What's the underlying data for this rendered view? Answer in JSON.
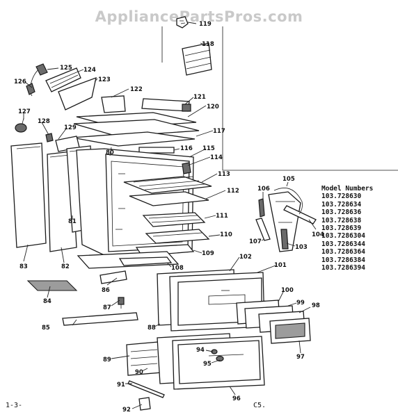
{
  "watermark": "AppliancePartsPros.com",
  "model_numbers": {
    "heading": "Model Numbers",
    "items": [
      "103.728630",
      "103.728634",
      "103.728636",
      "103.728638",
      "103.728639",
      "103.7286304",
      "103.7286344",
      "103.7286364",
      "103.7286384",
      "103.7286394"
    ]
  },
  "part_labels": [
    "119",
    "118",
    "125",
    "124",
    "123",
    "126",
    "122",
    "121",
    "120",
    "127",
    "128",
    "129",
    "117",
    "80",
    "116",
    "115",
    "114",
    "113",
    "112",
    "111",
    "110",
    "109",
    "81",
    "83",
    "82",
    "108",
    "86",
    "84",
    "87",
    "85",
    "102",
    "101",
    "100",
    "99",
    "98",
    "97",
    "88",
    "89",
    "94",
    "95",
    "90",
    "91",
    "96",
    "92",
    "105",
    "106",
    "104",
    "107",
    "103"
  ],
  "page_number": "1-3-",
  "diagram_code": "C5."
}
